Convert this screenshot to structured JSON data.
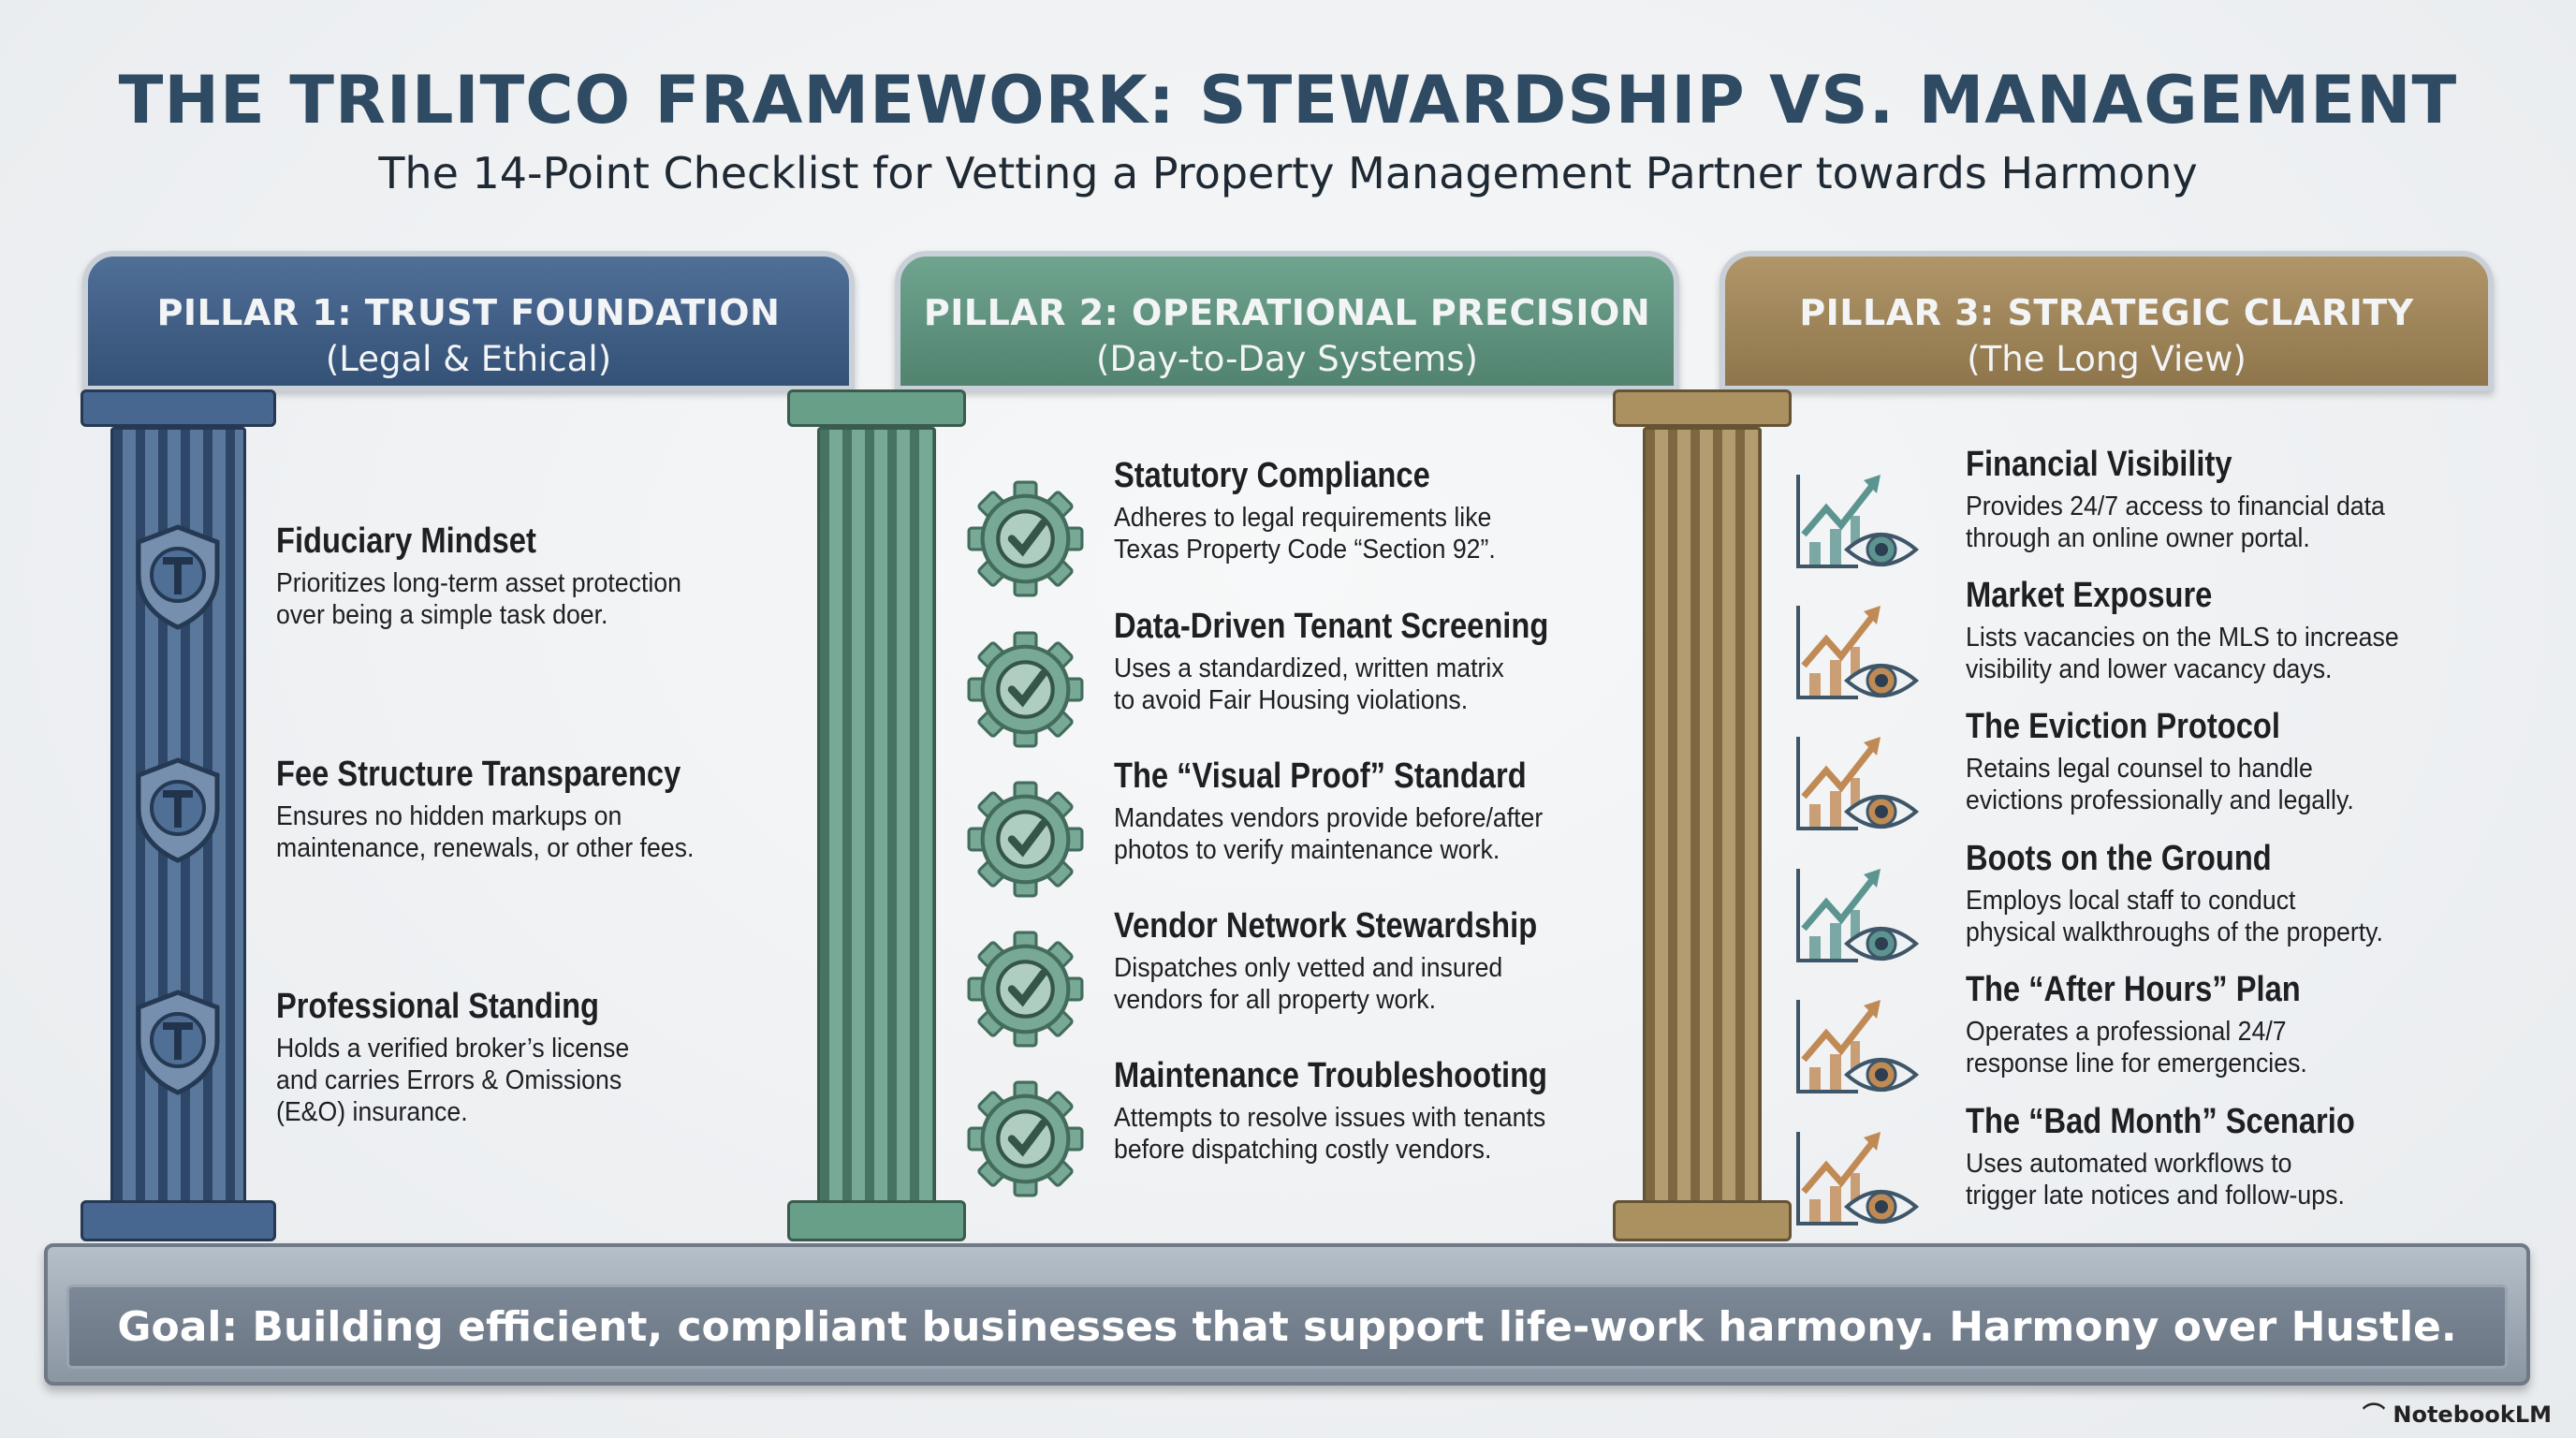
{
  "title": "THE TRILITCO FRAMEWORK: STEWARDSHIP VS. MANAGEMENT",
  "subtitle": "The 14-Point Checklist for Vetting a Property Management Partner towards Harmony",
  "colors": {
    "pillar1": "#3d5f8b",
    "pillar2": "#5f9a83",
    "pillar3": "#a78a58"
  },
  "pillars": [
    {
      "title": "PILLAR 1: TRUST FOUNDATION",
      "subtitle": "(Legal & Ethical)",
      "icon": "shield-icon",
      "items": [
        {
          "heading": "Fiduciary Mindset",
          "desc": [
            "Prioritizes long-term asset protection",
            "over being a simple task doer."
          ]
        },
        {
          "heading": "Fee Structure Transparency",
          "desc": [
            "Ensures no hidden markups on",
            "maintenance, renewals, or other fees."
          ]
        },
        {
          "heading": "Professional Standing",
          "desc": [
            "Holds a verified broker’s license",
            "and carries Errors & Omissions",
            "(E&O) insurance."
          ]
        }
      ]
    },
    {
      "title": "PILLAR 2: OPERATIONAL PRECISION",
      "subtitle": "(Day-to-Day Systems)",
      "icon": "gear-check-icon",
      "items": [
        {
          "heading": "Statutory Compliance",
          "desc": [
            "Adheres to legal requirements like",
            "Texas Property Code “Section 92”."
          ]
        },
        {
          "heading": "Data-Driven Tenant Screening",
          "desc": [
            "Uses a standardized, written matrix",
            "to avoid Fair Housing violations."
          ]
        },
        {
          "heading": "The “Visual Proof” Standard",
          "desc": [
            "Mandates vendors provide before/after",
            "photos to verify maintenance work."
          ]
        },
        {
          "heading": "Vendor Network Stewardship",
          "desc": [
            "Dispatches only vetted and insured",
            "vendors for all property work."
          ]
        },
        {
          "heading": "Maintenance Troubleshooting",
          "desc": [
            "Attempts to resolve issues with tenants",
            "before dispatching costly vendors."
          ]
        }
      ]
    },
    {
      "title": "PILLAR 3: STRATEGIC CLARITY",
      "subtitle": "(The Long View)",
      "icon": "chart-eye-icon",
      "items": [
        {
          "heading": "Financial Visibility",
          "desc": [
            "Provides 24/7 access to financial data",
            "through an online owner portal."
          ]
        },
        {
          "heading": "Market Exposure",
          "desc": [
            "Lists vacancies on the MLS to increase",
            "visibility and lower vacancy days."
          ]
        },
        {
          "heading": "The Eviction Protocol",
          "desc": [
            "Retains legal counsel to handle",
            "evictions professionally and legally."
          ]
        },
        {
          "heading": "Boots on the Ground",
          "desc": [
            "Employs local staff to conduct",
            "physical walkthroughs of the property."
          ]
        },
        {
          "heading": "The “After Hours” Plan",
          "desc": [
            "Operates a professional 24/7",
            "response line for emergencies."
          ]
        },
        {
          "heading": "The “Bad Month” Scenario",
          "desc": [
            "Uses automated workflows to",
            "trigger late notices and follow-ups."
          ]
        }
      ]
    }
  ],
  "goal": "Goal: Building efficient, compliant businesses that support life-work harmony. Harmony over Hustle.",
  "brand": "NotebookLM"
}
